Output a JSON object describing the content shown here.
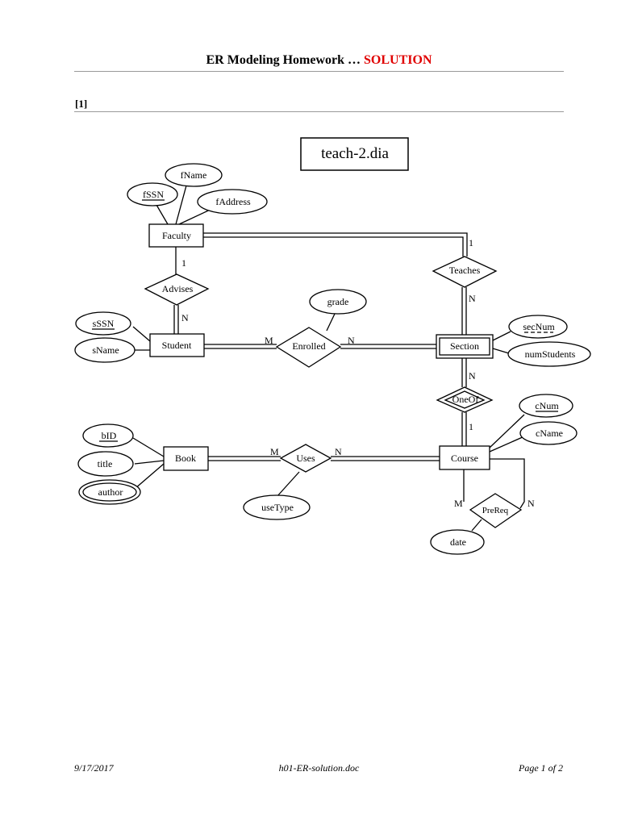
{
  "header": {
    "title": "ER Modeling Homework …",
    "accent": "SOLUTION",
    "accent_color": "#e00000"
  },
  "section_label": "[1]",
  "diagram": {
    "file_label": "teach-2.dia",
    "entities": {
      "faculty": "Faculty",
      "student": "Student",
      "section": "Section",
      "book": "Book",
      "course": "Course"
    },
    "relationships": {
      "advises": "Advises",
      "teaches": "Teaches",
      "enrolled": "Enrolled",
      "oneof": "OneOf",
      "uses": "Uses",
      "prereq": "PreReq"
    },
    "attributes": {
      "fname": "fName",
      "fssn": "fSSN",
      "faddress": "fAddress",
      "sssn": "sSSN",
      "sname": "sName",
      "grade": "grade",
      "secnum": "secNum",
      "numstudents": "numStudents",
      "cnum": "cNum",
      "cname": "cName",
      "bid": "bID",
      "title": "title",
      "author": "author",
      "usetype": "useType",
      "date": "date"
    },
    "cardinality": {
      "faculty_advises": "1",
      "advises_student": "N",
      "faculty_teaches": "1",
      "teaches_section": "N",
      "student_enrolled": "M",
      "enrolled_section": "N",
      "section_oneof": "N",
      "oneof_course": "1",
      "book_uses": "M",
      "uses_course": "N",
      "prereq_m": "M",
      "prereq_n": "N"
    }
  },
  "footer": {
    "date": "9/17/2017",
    "file": "h01-ER-solution.doc",
    "page": "Page 1 of 2"
  }
}
